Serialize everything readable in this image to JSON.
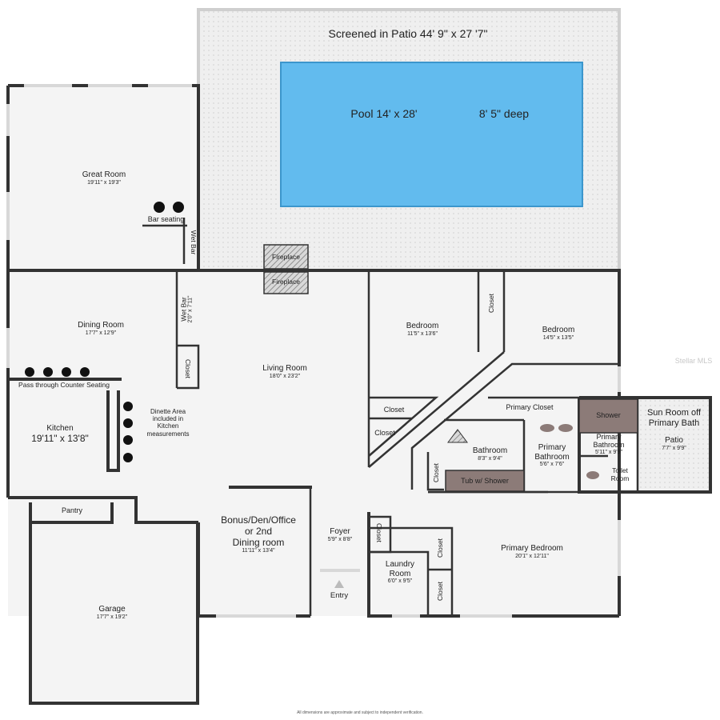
{
  "patio": {
    "label": "Screened in Patio 44' 9\" x 27 '7\""
  },
  "pool": {
    "size": "Pool 14' x 28'",
    "depth": "8' 5\" deep",
    "color": "#62bbee"
  },
  "rooms": {
    "great_room": {
      "name": "Great Room",
      "dim": "19'11\" x 19'3\""
    },
    "bar_seating": "Bar seating",
    "wet_bar_top": "Wet Bar",
    "fireplace_1": "Fireplace",
    "fireplace_2": "Fireplace",
    "dining_room": {
      "name": "Dining Room",
      "dim": "17'7\" x 12'9\""
    },
    "wet_bar": {
      "name": "Wet Bar",
      "dim": "2'0\" x 7'11\""
    },
    "closet_dining": "Closet",
    "pass_through": "Pass through Counter Seating",
    "kitchen": {
      "name": "Kitchen",
      "dim": "19'11\" x 13'8\""
    },
    "dinette": "Dinette  Area\nincluded in\nKitchen measurements",
    "pantry": "Pantry",
    "living_room": {
      "name": "Living Room",
      "dim": "18'0\" x 23'2\""
    },
    "bedroom_1": {
      "name": "Bedroom",
      "dim": "11'5\" x 13'6\""
    },
    "closet_top": "Closet",
    "bedroom_2": {
      "name": "Bedroom",
      "dim": "14'5\" x 13'5\""
    },
    "closet_b1a": "Closet",
    "closet_b1b": "Closet",
    "primary_closet": "Primary Closet",
    "shower": "Shower",
    "sun_room": "Sun Room off\nPrimary Bath",
    "sun_patio": {
      "name": "Patio",
      "dim": "7'7\" x 9'9\""
    },
    "bathroom": {
      "name": "Bathroom",
      "dim": "8'3\" x 9'4\""
    },
    "tub": "Tub w/ Shower",
    "closet_hall": "Closet",
    "primary_bath_1": {
      "name": "Primary\nBathroom",
      "dim": "5'6\" x 7'6\""
    },
    "primary_bath_2": {
      "name": "Primary\nBathroom",
      "dim": "5'11\" x 9'9\""
    },
    "toilet_room": "Toilet\nRoom",
    "bonus": {
      "name": "Bonus/Den/Office\nor 2nd\nDining room",
      "dim": "11'11\" x 13'4\""
    },
    "foyer": {
      "name": "Foyer",
      "dim": "5'9\" x 8'8\""
    },
    "closet_foyer": "Closet",
    "laundry": {
      "name": "Laundry\nRoom",
      "dim": "6'0\" x 9'5\""
    },
    "closet_pb1": "Closet",
    "closet_pb2": "Closet",
    "primary_bedroom": {
      "name": "Primary Bedroom",
      "dim": "20'1\" x 12'11\""
    },
    "entry": "Entry",
    "garage": {
      "name": "Garage",
      "dim": "17'7\" x 19'2\""
    }
  },
  "watermark": "Stellar MLS",
  "footnote": "All dimensions are approximate and subject to independent verification.",
  "colors": {
    "wall": "#333333",
    "floor": "#f4f4f4",
    "patio": "#eeeeee",
    "shower": "#8c7b78",
    "tub": "#8c7b78",
    "fireplace": "#bbbbbb"
  }
}
